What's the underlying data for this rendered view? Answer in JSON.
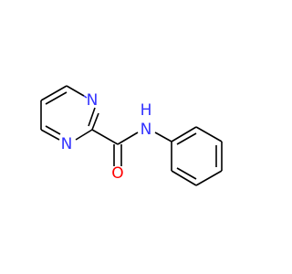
{
  "molecule": {
    "atoms": [
      {
        "id": "n_ring_top",
        "label": "N",
        "color": "#3333ff"
      },
      {
        "id": "n_ring_bottom",
        "label": "N",
        "color": "#3333ff"
      },
      {
        "id": "n_amide",
        "label": "N",
        "color": "#3333ff"
      },
      {
        "id": "h_amide",
        "label": "H",
        "color": "#3333ff"
      },
      {
        "id": "o_carbonyl",
        "label": "O",
        "color": "#ff0000"
      }
    ],
    "colors": {
      "bond": "#000000",
      "nitrogen": "#3333ff",
      "oxygen": "#ff0000",
      "background": "#ffffff"
    }
  }
}
